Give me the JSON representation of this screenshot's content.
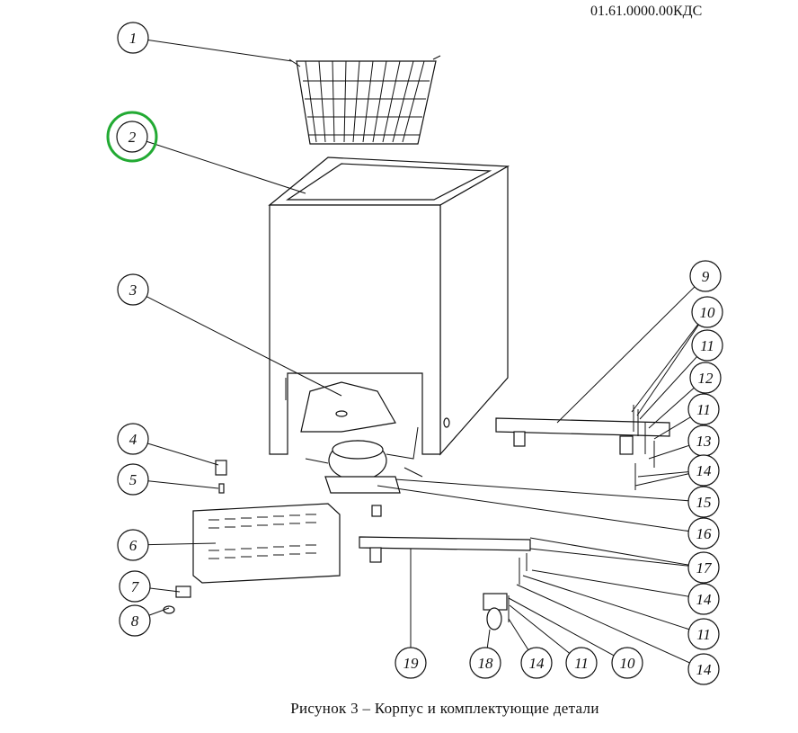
{
  "document_code": "01.61.0000.00КДС",
  "caption": "Рисунок 3 – Корпус и комплектующие детали",
  "highlight_color": "#22aa33",
  "highlighted_callout": "2",
  "callouts": [
    "1",
    "2",
    "3",
    "4",
    "5",
    "6",
    "7",
    "8",
    "9",
    "10",
    "11",
    "12",
    "11",
    "13",
    "14",
    "15",
    "16",
    "17",
    "14",
    "11",
    "14",
    "19",
    "18",
    "14",
    "11",
    "10"
  ]
}
